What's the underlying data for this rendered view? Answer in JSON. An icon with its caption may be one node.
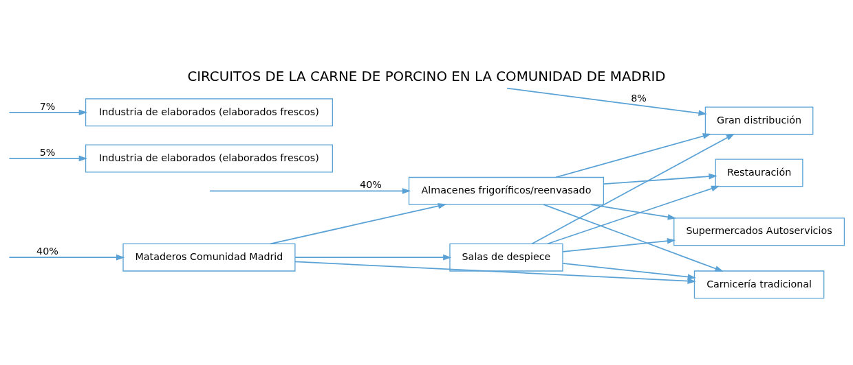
{
  "diagram": {
    "title": "CIRCUITOS DE LA CARNE DE PORCINO EN LA COMUNIDAD DE MADRID",
    "nodes": [
      {
        "text": [
          "Mataderos Comunidad Madrid"
        ]
      },
      {
        "text": [
          "Salas de despiece"
        ]
      },
      {
        "text": [
          "Almacenes frigoríficos/reenvasado"
        ]
      },
      {
        "text": [
          "Industria de elaborados (elaborados frescos)"
        ]
      },
      {
        "text": [
          "Industria de elaborados (elaborados frescos)"
        ]
      },
      {
        "text": [
          "Carnicería tradicional"
        ]
      },
      {
        "text": [
          "Supermercados Autoservicios"
        ]
      },
      {
        "text": [
          "Gran distribución"
        ]
      },
      {
        "text": [
          "Restauración"
        ]
      }
    ],
    "edges": [
      {
        "from": null,
        "to": 0,
        "arrow": "to",
        "label": "40%"
      },
      {
        "from": null,
        "to": 2,
        "arrow": "to",
        "label": "40%"
      },
      {
        "from": null,
        "to": 3,
        "arrow": "to",
        "label": "5%"
      },
      {
        "from": null,
        "to": 7,
        "arrow": "to",
        "label": "8%"
      },
      {
        "from": null,
        "to": 4,
        "arrow": "to",
        "label": "7%"
      },
      {
        "from": 0,
        "to": 5,
        "arrow": "to"
      },
      {
        "from": 0,
        "to": 1,
        "arrow": "to"
      },
      {
        "from": 0,
        "to": 2,
        "arrow": "to"
      },
      {
        "from": 1,
        "to": 5,
        "arrow": "to"
      },
      {
        "from": 1,
        "to": 6,
        "arrow": "to"
      },
      {
        "from": 1,
        "to": 7,
        "arrow": "to"
      },
      {
        "from": 1,
        "to": 8,
        "arrow": "to"
      },
      {
        "from": 2,
        "to": 5,
        "arrow": "to"
      },
      {
        "from": 2,
        "to": 6,
        "arrow": "to"
      },
      {
        "from": 2,
        "to": 7,
        "arrow": "to"
      },
      {
        "from": 2,
        "to": 8,
        "arrow": "to"
      }
    ]
  }
}
